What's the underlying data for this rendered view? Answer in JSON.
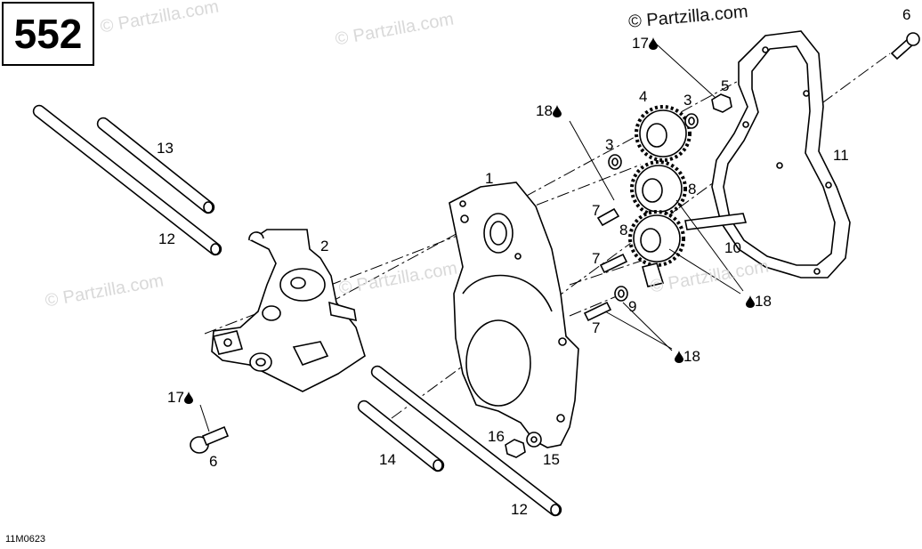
{
  "diagram_number": "552",
  "figure_code": "11M0623",
  "watermarks": {
    "light": "© Partzilla.com",
    "dark": "© Partzilla.com"
  },
  "callouts": {
    "c1": "1",
    "c2": "2",
    "c3a": "3",
    "c3b": "3",
    "c4": "4",
    "c5": "5",
    "c6a": "6",
    "c6b": "6",
    "c7a": "7",
    "c7b": "7",
    "c7c": "7",
    "c8a": "8",
    "c8b": "8",
    "c9": "9",
    "c10": "10",
    "c11": "11",
    "c12a": "12",
    "c12b": "12",
    "c13": "13",
    "c14": "14",
    "c15": "15",
    "c16": "16",
    "c17a": "17",
    "c17b": "17",
    "c18a": "18",
    "c18b": "18",
    "c18c": "18"
  },
  "icons": {
    "oil": "oil-drop-icon"
  }
}
